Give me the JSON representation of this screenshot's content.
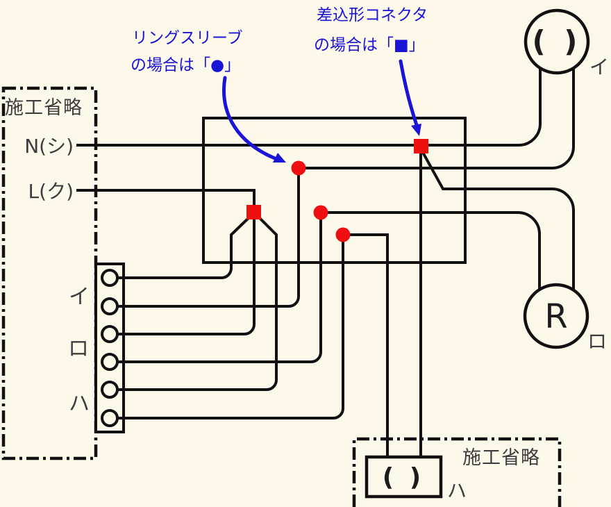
{
  "colors": {
    "background": "#fcf8ea",
    "line": "#111111",
    "label": "#3d3d3d",
    "blue": "#1a14d6",
    "red": "#ee1010"
  },
  "annotations": {
    "ring_sleeve": {
      "line1": "リングスリーブ",
      "line2": "の場合は「●」"
    },
    "connector": {
      "line1": "差込形コネクタ",
      "line2": "の場合は「■」"
    }
  },
  "source_panel": {
    "omitted_label": "施工省略",
    "neutral_label": "N(シ)",
    "live_label": "L(ク)"
  },
  "switch_box": {
    "labels": [
      "イ",
      "ロ",
      "ハ"
    ]
  },
  "devices": {
    "lamp_i": {
      "symbol": "( )",
      "label": "イ"
    },
    "receptacle_r": {
      "symbol": "R",
      "label": "ロ"
    },
    "lamp_ha": {
      "symbol": "( )",
      "label": "ハ"
    }
  },
  "bottom_panel": {
    "omitted_label": "施工省略"
  }
}
